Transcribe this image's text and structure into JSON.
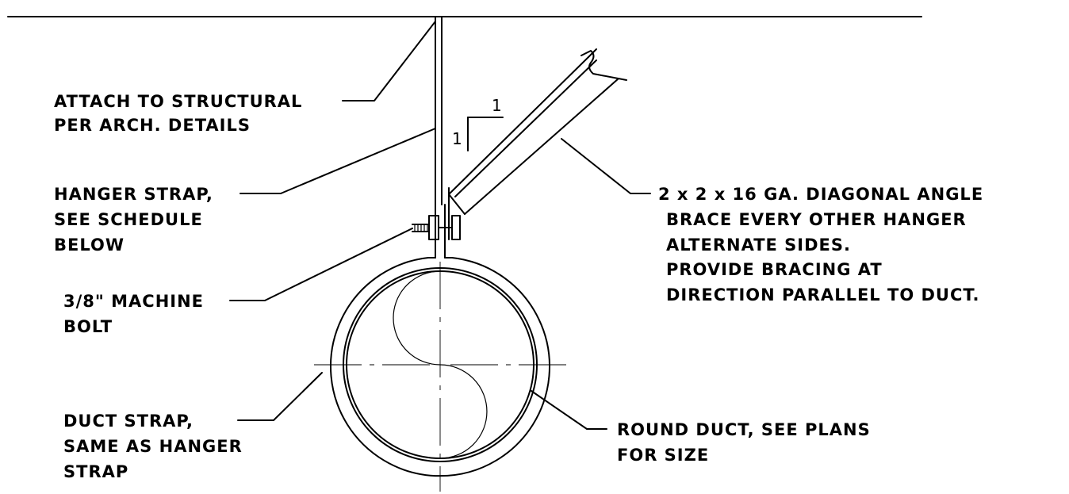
{
  "labels": {
    "attach": [
      "ATTACH TO STRUCTURAL",
      "PER ARCH. DETAILS"
    ],
    "hanger_strap": [
      "HANGER STRAP,",
      "SEE SCHEDULE",
      "BELOW"
    ],
    "machine_bolt": [
      "3/8\" MACHINE",
      "BOLT"
    ],
    "duct_strap": [
      "DUCT STRAP,",
      "SAME AS HANGER",
      "STRAP"
    ],
    "round_duct": [
      "ROUND DUCT, SEE PLANS",
      "FOR SIZE"
    ],
    "brace": [
      "2 x 2 x 16 GA. DIAGONAL ANGLE",
      "BRACE EVERY OTHER HANGER",
      "ALTERNATE SIDES.",
      "PROVIDE BRACING AT",
      "DIRECTION PARALLEL TO DUCT."
    ]
  },
  "slope": {
    "rise": "1",
    "run": "1"
  },
  "colors": {
    "line": "#000000",
    "background": "#ffffff"
  }
}
